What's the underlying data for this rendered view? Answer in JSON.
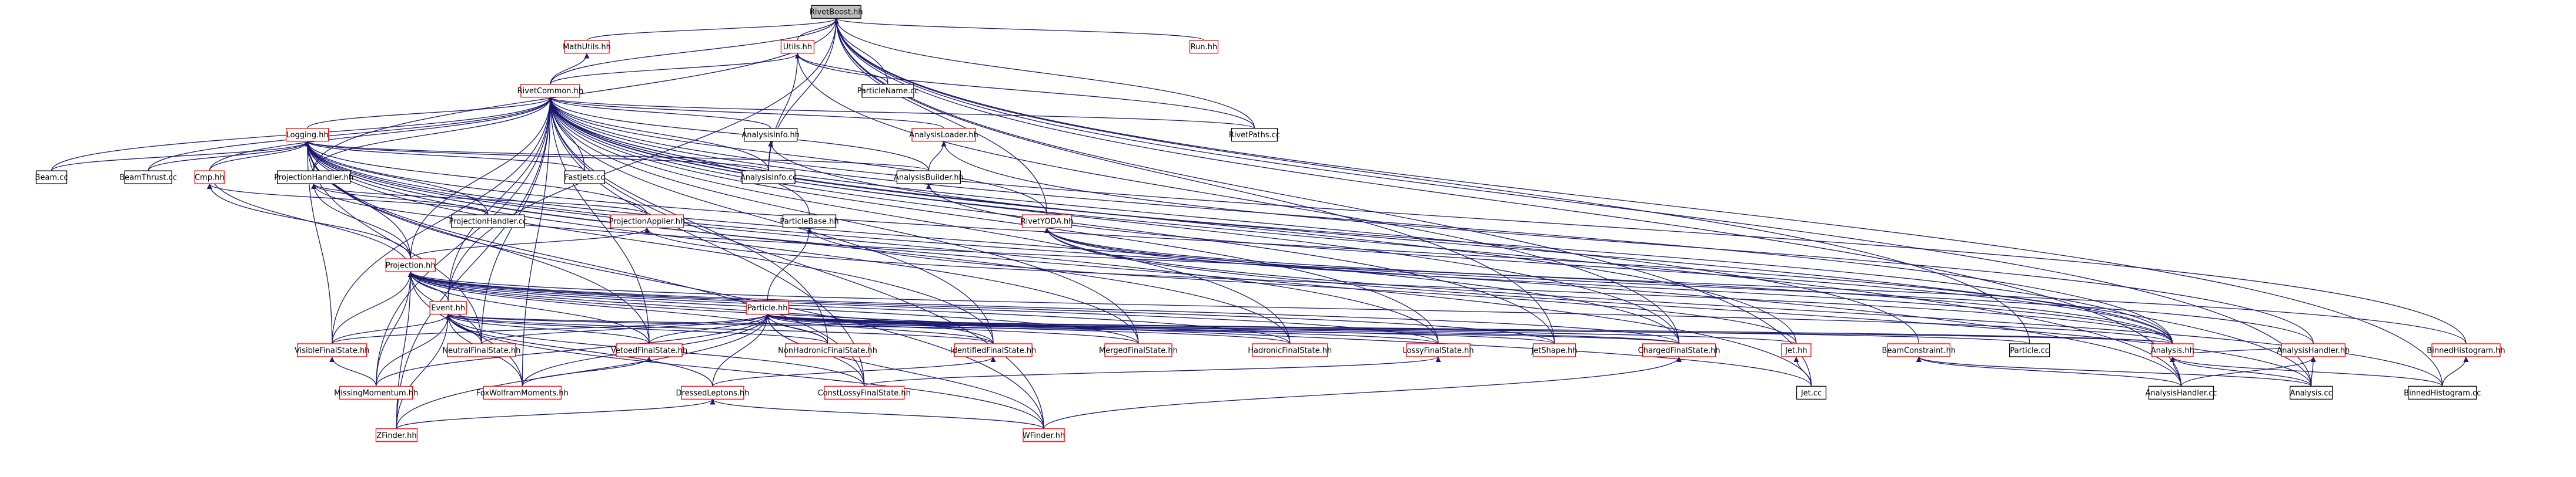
{
  "graph": {
    "nodes": [
      {
        "id": "riveboost",
        "label": "RivetBoost.hh",
        "style": "root"
      },
      {
        "id": "mathutils",
        "label": "MathUtils.hh",
        "style": "red"
      },
      {
        "id": "utils",
        "label": "Utils.hh",
        "style": "red"
      },
      {
        "id": "run",
        "label": "Run.hh",
        "style": "red"
      },
      {
        "id": "particlename",
        "label": "ParticleName.cc",
        "style": "black"
      },
      {
        "id": "rivetcommon",
        "label": "RivetCommon.hh",
        "style": "red"
      },
      {
        "id": "rivetpaths",
        "label": "RivetPaths.cc",
        "style": "black"
      },
      {
        "id": "logging",
        "label": "Logging.hh",
        "style": "red"
      },
      {
        "id": "analysisinfohh",
        "label": "AnalysisInfo.hh",
        "style": "black"
      },
      {
        "id": "analysisloader",
        "label": "AnalysisLoader.hh",
        "style": "red"
      },
      {
        "id": "beamcc",
        "label": "Beam.cc",
        "style": "black"
      },
      {
        "id": "beamthrust",
        "label": "BeamThrust.cc",
        "style": "black"
      },
      {
        "id": "cmp",
        "label": "Cmp.hh",
        "style": "red"
      },
      {
        "id": "projhandler",
        "label": "ProjectionHandler.hh",
        "style": "black"
      },
      {
        "id": "fastjets",
        "label": "FastJets.cc",
        "style": "black"
      },
      {
        "id": "analysisinfocc",
        "label": "AnalysisInfo.cc",
        "style": "black"
      },
      {
        "id": "analysisbuilder",
        "label": "AnalysisBuilder.hh",
        "style": "black"
      },
      {
        "id": "projhandlercc",
        "label": "ProjectionHandler.cc",
        "style": "black"
      },
      {
        "id": "projapplier",
        "label": "ProjectionApplier.hh",
        "style": "red"
      },
      {
        "id": "particlebase",
        "label": "ParticleBase.hh",
        "style": "black"
      },
      {
        "id": "rivetyoda",
        "label": "RivetYODA.hh",
        "style": "red"
      },
      {
        "id": "projection",
        "label": "Projection.hh",
        "style": "red"
      },
      {
        "id": "eventhh",
        "label": "Event.hh",
        "style": "red"
      },
      {
        "id": "particlehh",
        "label": "Particle.hh",
        "style": "red"
      },
      {
        "id": "visiblefs",
        "label": "VisibleFinalState.hh",
        "style": "red"
      },
      {
        "id": "neutralfs",
        "label": "NeutralFinalState.hh",
        "style": "red"
      },
      {
        "id": "vetoedfs",
        "label": "VetoedFinalState.hh",
        "style": "red"
      },
      {
        "id": "nonhadronicfs",
        "label": "NonHadronicFinalState.hh",
        "style": "red"
      },
      {
        "id": "identifiedfs",
        "label": "IdentifiedFinalState.hh",
        "style": "red"
      },
      {
        "id": "mergedfs",
        "label": "MergedFinalState.hh",
        "style": "red"
      },
      {
        "id": "hadronicfs",
        "label": "HadronicFinalState.hh",
        "style": "red"
      },
      {
        "id": "lossyfs",
        "label": "LossyFinalState.hh",
        "style": "red"
      },
      {
        "id": "jetshape",
        "label": "JetShape.hh",
        "style": "red"
      },
      {
        "id": "chargedfs",
        "label": "ChargedFinalState.hh",
        "style": "red"
      },
      {
        "id": "jethh",
        "label": "Jet.hh",
        "style": "red"
      },
      {
        "id": "beamconstraint",
        "label": "BeamConstraint.hh",
        "style": "red"
      },
      {
        "id": "particlecc",
        "label": "Particle.cc",
        "style": "black"
      },
      {
        "id": "analysishh",
        "label": "Analysis.hh",
        "style": "red"
      },
      {
        "id": "analysishandlerhh",
        "label": "AnalysisHandler.hh",
        "style": "red"
      },
      {
        "id": "binnedhistohh",
        "label": "BinnedHistogram.hh",
        "style": "red"
      },
      {
        "id": "missingmomentum",
        "label": "MissingMomentum.hh",
        "style": "red"
      },
      {
        "id": "foxwolfram",
        "label": "FoxWolframMoments.hh",
        "style": "red"
      },
      {
        "id": "dressedleptons",
        "label": "DressedLeptons.hh",
        "style": "red"
      },
      {
        "id": "constlossyfs",
        "label": "ConstLossyFinalState.hh",
        "style": "red"
      },
      {
        "id": "jetcc",
        "label": "Jet.cc",
        "style": "black"
      },
      {
        "id": "analysishandlercc",
        "label": "AnalysisHandler.cc",
        "style": "black"
      },
      {
        "id": "analysiscc",
        "label": "Analysis.cc",
        "style": "black"
      },
      {
        "id": "binnedhistocc",
        "label": "BinnedHistogram.cc",
        "style": "black"
      },
      {
        "id": "zfinder",
        "label": "ZFinder.hh",
        "style": "red"
      },
      {
        "id": "wfinder",
        "label": "WFinder.hh",
        "style": "red"
      }
    ],
    "edges": [
      [
        "mathutils",
        "riveboost"
      ],
      [
        "utils",
        "riveboost"
      ],
      [
        "run",
        "riveboost"
      ],
      [
        "particlename",
        "riveboost"
      ],
      [
        "rivetcommon",
        "riveboost"
      ],
      [
        "rivetpaths",
        "riveboost"
      ],
      [
        "analysisinfocc",
        "riveboost"
      ],
      [
        "rivetyoda",
        "riveboost"
      ],
      [
        "projhandler",
        "riveboost"
      ],
      [
        "eventhh",
        "riveboost"
      ],
      [
        "jetshape",
        "riveboost"
      ],
      [
        "particlecc",
        "riveboost"
      ],
      [
        "analysishandlercc",
        "riveboost"
      ],
      [
        "analysiscc",
        "riveboost"
      ],
      [
        "jetcc",
        "riveboost"
      ],
      [
        "binnedhistocc",
        "riveboost"
      ],
      [
        "rivetcommon",
        "mathutils"
      ],
      [
        "rivetcommon",
        "utils"
      ],
      [
        "particlename",
        "utils"
      ],
      [
        "analysisinfocc",
        "utils"
      ],
      [
        "rivetpaths",
        "utils"
      ],
      [
        "chargedfs",
        "utils"
      ],
      [
        "logging",
        "rivetcommon"
      ],
      [
        "analysisinfohh",
        "rivetcommon"
      ],
      [
        "analysisloader",
        "rivetcommon"
      ],
      [
        "beamcc",
        "rivetcommon"
      ],
      [
        "beamthrust",
        "rivetcommon"
      ],
      [
        "cmp",
        "rivetcommon"
      ],
      [
        "projhandler",
        "rivetcommon"
      ],
      [
        "fastjets",
        "rivetcommon"
      ],
      [
        "analysisbuilder",
        "rivetcommon"
      ],
      [
        "particlebase",
        "rivetcommon"
      ],
      [
        "rivetyoda",
        "rivetcommon"
      ],
      [
        "projection",
        "rivetcommon"
      ],
      [
        "eventhh",
        "rivetcommon"
      ],
      [
        "visiblefs",
        "rivetcommon"
      ],
      [
        "neutralfs",
        "rivetcommon"
      ],
      [
        "vetoedfs",
        "rivetcommon"
      ],
      [
        "nonhadronicfs",
        "rivetcommon"
      ],
      [
        "identifiedfs",
        "rivetcommon"
      ],
      [
        "mergedfs",
        "rivetcommon"
      ],
      [
        "hadronicfs",
        "rivetcommon"
      ],
      [
        "lossyfs",
        "rivetcommon"
      ],
      [
        "jetshape",
        "rivetcommon"
      ],
      [
        "chargedfs",
        "rivetcommon"
      ],
      [
        "jethh",
        "rivetcommon"
      ],
      [
        "beamconstraint",
        "rivetcommon"
      ],
      [
        "analysishh",
        "rivetcommon"
      ],
      [
        "binnedhistohh",
        "rivetcommon"
      ],
      [
        "missingmomentum",
        "rivetcommon"
      ],
      [
        "foxwolfram",
        "rivetcommon"
      ],
      [
        "constlossyfs",
        "rivetcommon"
      ],
      [
        "zfinder",
        "rivetcommon"
      ],
      [
        "wfinder",
        "rivetcommon"
      ],
      [
        "analysishandlercc",
        "rivetcommon"
      ],
      [
        "analysiscc",
        "rivetcommon"
      ],
      [
        "rivetpaths",
        "rivetcommon"
      ],
      [
        "analysisinfocc",
        "rivetcommon"
      ],
      [
        "beamcc",
        "logging"
      ],
      [
        "beamthrust",
        "logging"
      ],
      [
        "cmp",
        "logging"
      ],
      [
        "projhandler",
        "logging"
      ],
      [
        "fastjets",
        "logging"
      ],
      [
        "analysisinfocc",
        "logging"
      ],
      [
        "analysisbuilder",
        "logging"
      ],
      [
        "projhandlercc",
        "logging"
      ],
      [
        "projapplier",
        "logging"
      ],
      [
        "projection",
        "logging"
      ],
      [
        "visiblefs",
        "logging"
      ],
      [
        "neutralfs",
        "logging"
      ],
      [
        "vetoedfs",
        "logging"
      ],
      [
        "identifiedfs",
        "logging"
      ],
      [
        "mergedfs",
        "logging"
      ],
      [
        "hadronicfs",
        "logging"
      ],
      [
        "lossyfs",
        "logging"
      ],
      [
        "chargedfs",
        "logging"
      ],
      [
        "constlossyfs",
        "logging"
      ],
      [
        "wfinder",
        "logging"
      ],
      [
        "analysishh",
        "logging"
      ],
      [
        "analysishandlercc",
        "logging"
      ],
      [
        "jetcc",
        "logging"
      ],
      [
        "analysisinfocc",
        "analysisinfohh"
      ],
      [
        "analysishh",
        "analysisinfohh"
      ],
      [
        "analysisbuilder",
        "analysisloader"
      ],
      [
        "analysishandlerhh",
        "analysisloader"
      ],
      [
        "projhandlercc",
        "cmp"
      ],
      [
        "projection",
        "cmp"
      ],
      [
        "projhandlercc",
        "projhandler"
      ],
      [
        "projapplier",
        "projhandler"
      ],
      [
        "projection",
        "projhandler"
      ],
      [
        "analysishh",
        "projhandler"
      ],
      [
        "analysishh",
        "analysisbuilder"
      ],
      [
        "projection",
        "projapplier"
      ],
      [
        "analysishh",
        "projapplier"
      ],
      [
        "particlehh",
        "particlebase"
      ],
      [
        "jethh",
        "particlebase"
      ],
      [
        "analysishh",
        "rivetyoda"
      ],
      [
        "analysishandlerhh",
        "rivetyoda"
      ],
      [
        "binnedhistohh",
        "rivetyoda"
      ],
      [
        "analysiscc",
        "rivetyoda"
      ],
      [
        "binnedhistocc",
        "rivetyoda"
      ],
      [
        "cmp",
        "projection"
      ],
      [
        "eventhh",
        "projection"
      ],
      [
        "visiblefs",
        "projection"
      ],
      [
        "neutralfs",
        "projection"
      ],
      [
        "vetoedfs",
        "projection"
      ],
      [
        "nonhadronicfs",
        "projection"
      ],
      [
        "identifiedfs",
        "projection"
      ],
      [
        "mergedfs",
        "projection"
      ],
      [
        "hadronicfs",
        "projection"
      ],
      [
        "lossyfs",
        "projection"
      ],
      [
        "jetshape",
        "projection"
      ],
      [
        "chargedfs",
        "projection"
      ],
      [
        "missingmomentum",
        "projection"
      ],
      [
        "foxwolfram",
        "projection"
      ],
      [
        "analysishh",
        "projection"
      ],
      [
        "zfinder",
        "projection"
      ],
      [
        "jetcc",
        "projection"
      ],
      [
        "visiblefs",
        "eventhh"
      ],
      [
        "neutralfs",
        "eventhh"
      ],
      [
        "vetoedfs",
        "eventhh"
      ],
      [
        "nonhadronicfs",
        "eventhh"
      ],
      [
        "identifiedfs",
        "eventhh"
      ],
      [
        "missingmomentum",
        "eventhh"
      ],
      [
        "foxwolfram",
        "eventhh"
      ],
      [
        "dressedleptons",
        "eventhh"
      ],
      [
        "constlossyfs",
        "eventhh"
      ],
      [
        "zfinder",
        "eventhh"
      ],
      [
        "wfinder",
        "eventhh"
      ],
      [
        "analysishh",
        "eventhh"
      ],
      [
        "chargedfs",
        "eventhh"
      ],
      [
        "visiblefs",
        "particlehh"
      ],
      [
        "neutralfs",
        "particlehh"
      ],
      [
        "vetoedfs",
        "particlehh"
      ],
      [
        "nonhadronicfs",
        "particlehh"
      ],
      [
        "identifiedfs",
        "particlehh"
      ],
      [
        "mergedfs",
        "particlehh"
      ],
      [
        "hadronicfs",
        "particlehh"
      ],
      [
        "lossyfs",
        "particlehh"
      ],
      [
        "jetshape",
        "particlehh"
      ],
      [
        "chargedfs",
        "particlehh"
      ],
      [
        "jethh",
        "particlehh"
      ],
      [
        "particlecc",
        "particlehh"
      ],
      [
        "analysishh",
        "particlehh"
      ],
      [
        "missingmomentum",
        "particlehh"
      ],
      [
        "foxwolfram",
        "particlehh"
      ],
      [
        "dressedleptons",
        "particlehh"
      ],
      [
        "constlossyfs",
        "particlehh"
      ],
      [
        "zfinder",
        "particlehh"
      ],
      [
        "wfinder",
        "particlehh"
      ],
      [
        "missingmomentum",
        "visiblefs"
      ],
      [
        "foxwolfram",
        "vetoedfs"
      ],
      [
        "dressedleptons",
        "identifiedfs"
      ],
      [
        "constlossyfs",
        "lossyfs"
      ],
      [
        "wfinder",
        "chargedfs"
      ],
      [
        "jetcc",
        "jethh"
      ],
      [
        "analysishandlercc",
        "beamconstraint"
      ],
      [
        "analysiscc",
        "beamconstraint"
      ],
      [
        "analysishandlerhh",
        "analysishh"
      ],
      [
        "analysishandlercc",
        "analysishh"
      ],
      [
        "analysiscc",
        "analysishh"
      ],
      [
        "binnedhistocc",
        "analysishh"
      ],
      [
        "analysishandlercc",
        "analysishandlerhh"
      ],
      [
        "analysiscc",
        "analysishandlerhh"
      ],
      [
        "binnedhistocc",
        "binnedhistohh"
      ],
      [
        "zfinder",
        "dressedleptons"
      ],
      [
        "wfinder",
        "dressedleptons"
      ]
    ]
  },
  "colors": {
    "edge": "#191970",
    "node_fill": "#ffffff",
    "root_fill": "#bfbfbf",
    "root_border": "#000000",
    "red_border": "#ff0000",
    "black_border": "#000000"
  }
}
